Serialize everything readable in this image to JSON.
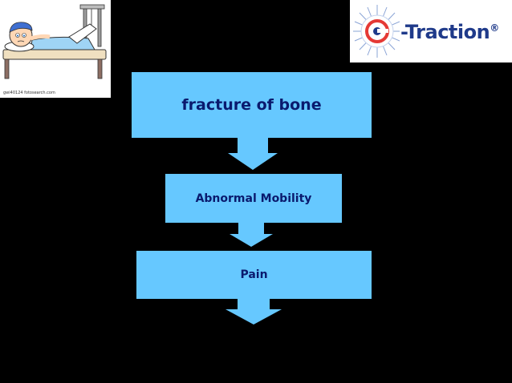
{
  "flowchart": {
    "steps": [
      {
        "label": "fracture of bone"
      },
      {
        "label": "Abnormal Mobility"
      },
      {
        "label": "Pain"
      }
    ],
    "box_color": "#66c8ff",
    "text_color": "#0a1a6e"
  },
  "logo": {
    "text": "-Traction",
    "registered_mark": "®",
    "color": "#1f3a8a",
    "accent": "#e53935",
    "icon": "spiral-sun-icon"
  },
  "cartoon": {
    "caption": "gwi40124 fotosearch.com",
    "icon": "patient-in-traction-illustration"
  }
}
